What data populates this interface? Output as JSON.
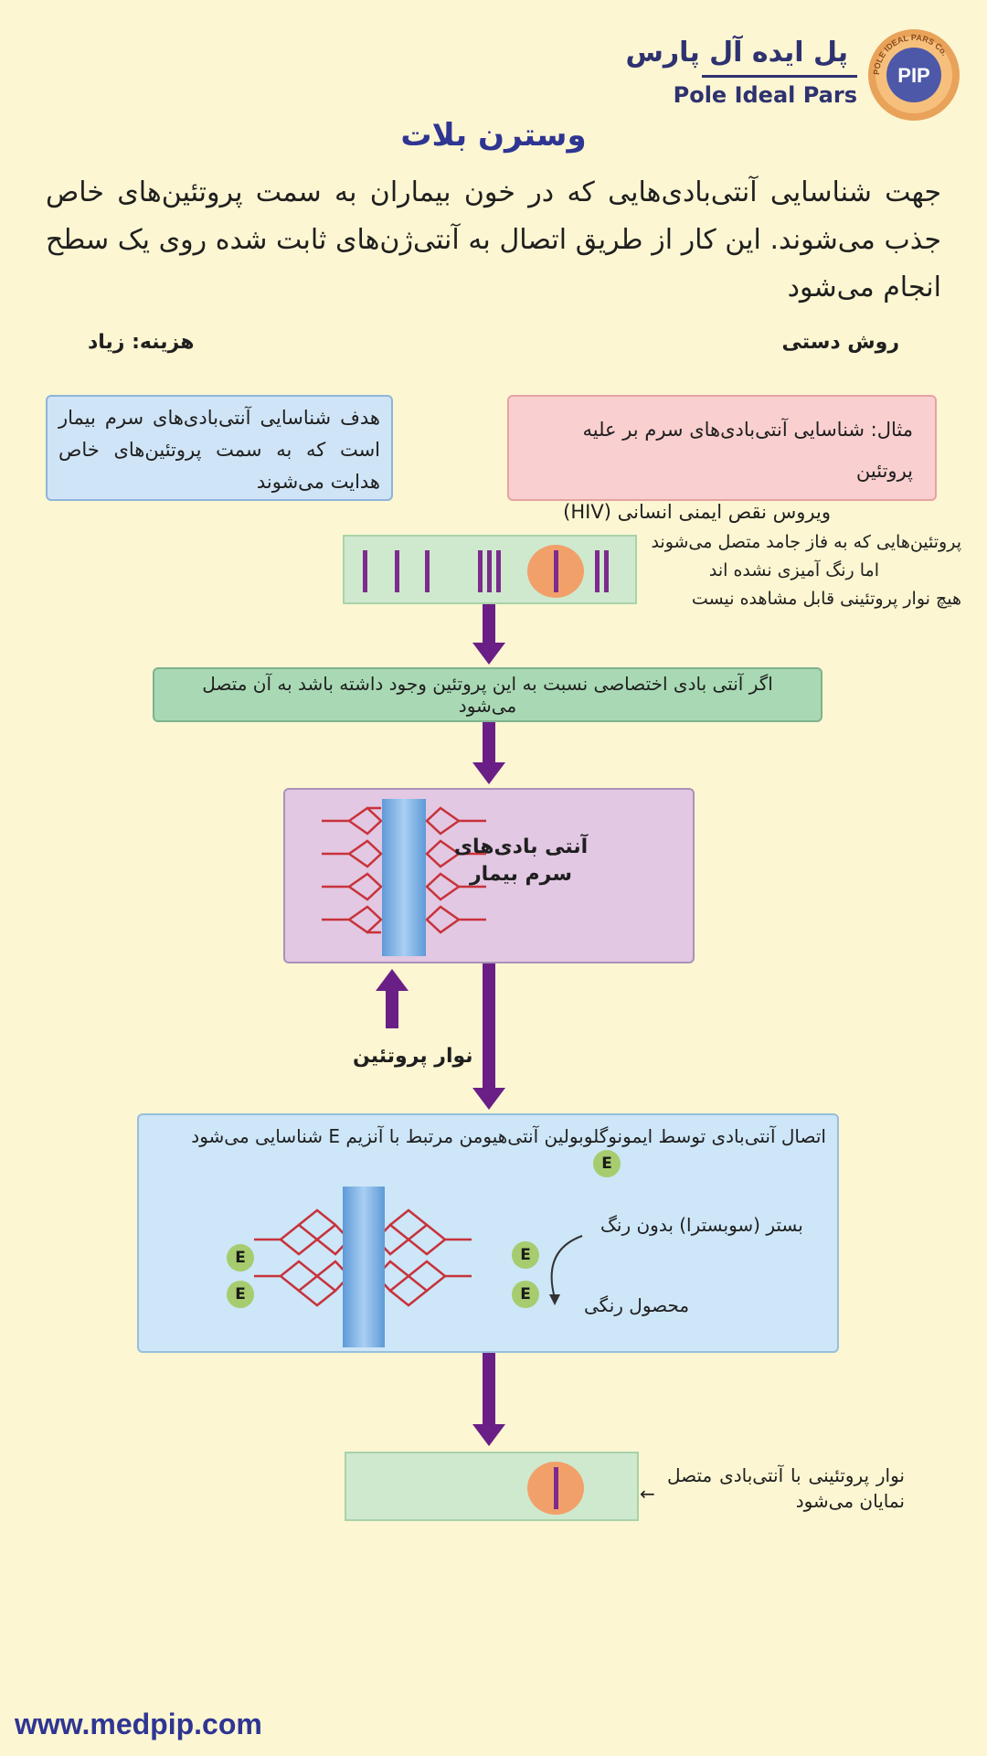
{
  "brand": {
    "name_fa": "پل ایده آل پارس",
    "name_en": "Pole Ideal Pars",
    "seal_text": "POLE IDEAL PARS Co.",
    "seal_letters": "PIP",
    "colors": {
      "navy": "#2e3270",
      "seal": "#e9a25a"
    }
  },
  "title": "وسترن بلات",
  "intro": "جهت شناسایی آنتی‌بادی‌هایی که در خون بیماران به سمت پروتئین‌های خاص جذب می‌شوند. این کار از طریق  اتصال به آنتی‌ژن‌های ثابت شده روی یک سطح انجام می‌شود",
  "method": "روش دستی",
  "cost": "هزینه: زیاد",
  "example_line1": "مثال: شناسایی آنتی‌بادی‌های سرم بر علیه پروتئین",
  "example_line2": "ویروس نقص ایمنی انسانی (HIV)",
  "goal": "هدف شناسایی آنتی‌بادی‌های سرم بیمار است که به سمت پروتئین‌های خاص هدایت می‌شوند",
  "strip_note_1": "پروتئین‌هایی که به فاز جامد متصل می‌شوند",
  "strip_note_2": "اما رنگ آمیزی نشده اند",
  "strip_note_3": "هیچ نوار پروتئینی قابل مشاهده نیست",
  "bind_text": "اگر آنتی بادی اختصاصی نسبت به این پروتئین وجود داشته باشد به آن متصل می‌شود",
  "serum_label": "آنتی بادی‌های سرم بیمار",
  "protein_band_label": "نوار پروتئین",
  "elisa_text": "اتصال آنتی‌بادی توسط ایمونوگلوبولین آنتی‌هیومن مرتبط با آنزیم  E  شناسایی می‌شود",
  "enzyme": "E",
  "substrate": "بستر (سوبسترا) بدون رنگ",
  "product": "محصول رنگی",
  "final_note": "نوار پروتئینی با آنتی‌بادی متصل نمایان می‌شود",
  "final_arrow": "←",
  "website": "www.medpip.com"
}
